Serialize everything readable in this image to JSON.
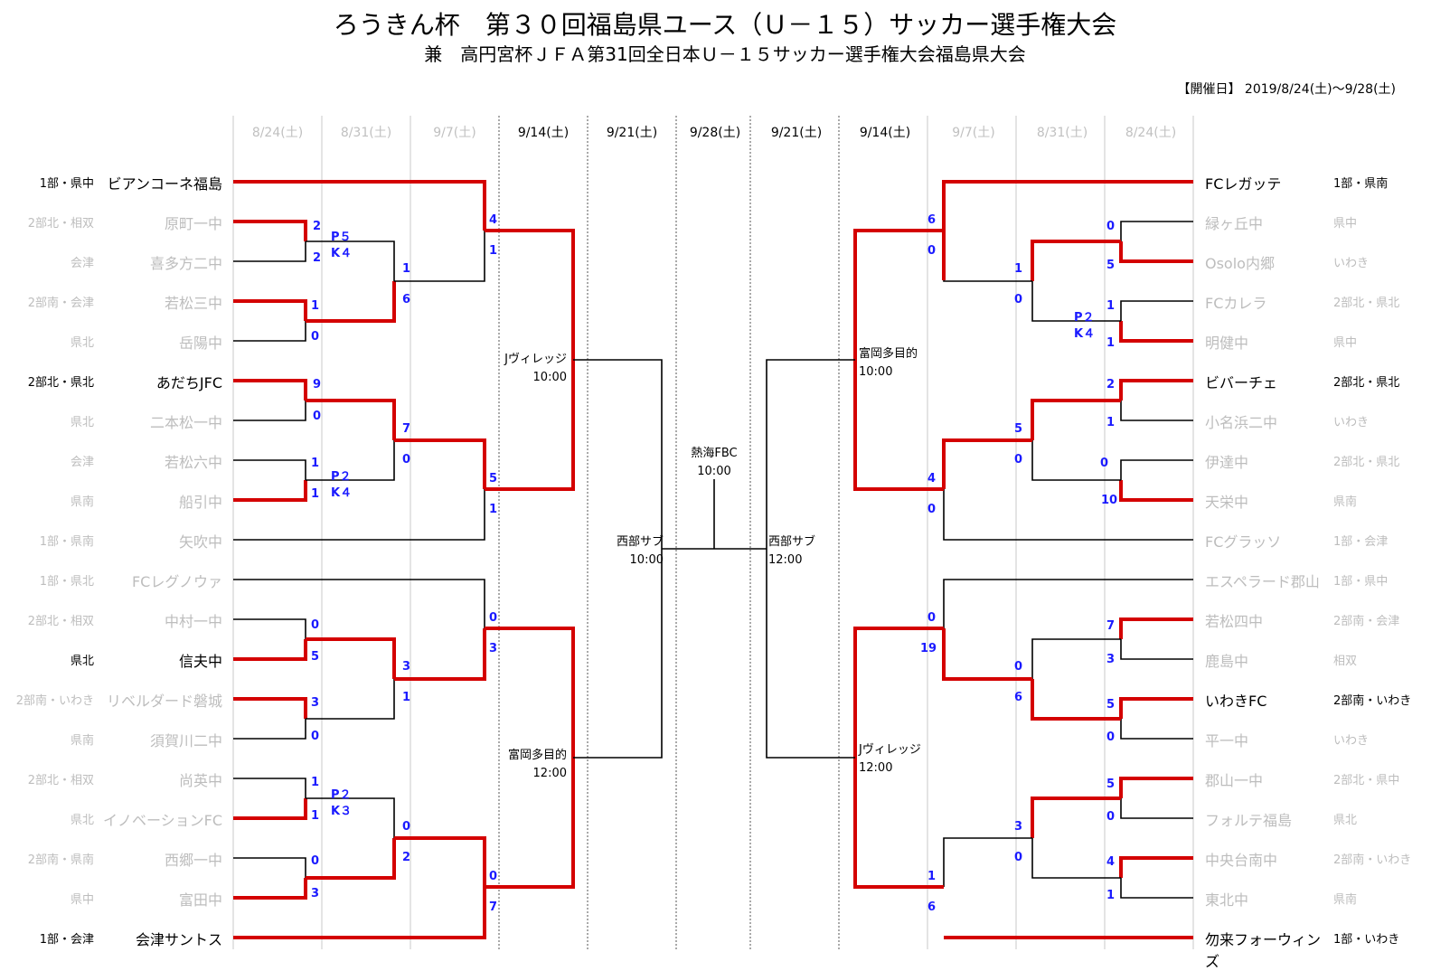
{
  "title": "ろうきん杯　第３０回福島県ユース（Ｕ－１５）サッカー選手権大会",
  "subtitle": "兼　高円宮杯ＪＦＡ第31回全日本Ｕ－１５サッカー選手権大会福島県大会",
  "dates_info": "【開催日】 2019/8/24(土)～9/28(土)",
  "round_headers": [
    "8/24(土)",
    "8/31(土)",
    "9/7(土)",
    "9/14(土)",
    "9/21(土)",
    "9/28(土)",
    "9/21(土)",
    "9/14(土)",
    "9/7(土)",
    "8/31(土)",
    "8/24(土)"
  ],
  "left_teams": [
    {
      "division": "1部・県中",
      "name": "ビアンコーネ福島"
    },
    {
      "division": "2部北・相双",
      "name": "原町一中"
    },
    {
      "division": "会津",
      "name": "喜多方二中"
    },
    {
      "division": "2部南・会津",
      "name": "若松三中"
    },
    {
      "division": "県北",
      "name": "岳陽中"
    },
    {
      "division": "2部北・県北",
      "name": "あだちJFC"
    },
    {
      "division": "県北",
      "name": "二本松一中"
    },
    {
      "division": "会津",
      "name": "若松六中"
    },
    {
      "division": "県南",
      "name": "船引中"
    },
    {
      "division": "1部・県南",
      "name": "矢吹中"
    },
    {
      "division": "1部・県北",
      "name": "FCレグノウァ"
    },
    {
      "division": "2部北・相双",
      "name": "中村一中"
    },
    {
      "division": "県北",
      "name": "信夫中"
    },
    {
      "division": "2部南・いわき",
      "name": "リベルダード磐城"
    },
    {
      "division": "県南",
      "name": "須賀川二中"
    },
    {
      "division": "2部北・相双",
      "name": "尚英中"
    },
    {
      "division": "県北",
      "name": "イノベーションFC"
    },
    {
      "division": "2部南・県南",
      "name": "西郷一中"
    },
    {
      "division": "県中",
      "name": "富田中"
    },
    {
      "division": "1部・会津",
      "name": "会津サントス"
    }
  ],
  "right_teams": [
    {
      "name": "FCレガッテ",
      "division": "1部・県南"
    },
    {
      "name": "緑ヶ丘中",
      "division": "県中"
    },
    {
      "name": "Osolo内郷",
      "division": "いわき"
    },
    {
      "name": "FCカレラ",
      "division": "2部北・県北"
    },
    {
      "name": "明健中",
      "division": "県中"
    },
    {
      "name": "ビバーチェ",
      "division": "2部北・県北"
    },
    {
      "name": "小名浜二中",
      "division": "いわき"
    },
    {
      "name": "伊達中",
      "division": "2部北・県北"
    },
    {
      "name": "天栄中",
      "division": "県南"
    },
    {
      "name": "FCグラッソ",
      "division": "1部・会津"
    },
    {
      "name": "エスペラード郡山",
      "division": "1部・県中"
    },
    {
      "name": "若松四中",
      "division": "2部南・会津"
    },
    {
      "name": "鹿島中",
      "division": "相双"
    },
    {
      "name": "いわきFC",
      "division": "2部南・いわき"
    },
    {
      "name": "平一中",
      "division": "いわき"
    },
    {
      "name": "郡山一中",
      "division": "2部北・県中"
    },
    {
      "name": "フォルテ福島",
      "division": "県北"
    },
    {
      "name": "中央台南中",
      "division": "2部南・いわき"
    },
    {
      "name": "東北中",
      "division": "県南"
    },
    {
      "name": "勿来フォーウィンズ",
      "division": "1部・いわき"
    }
  ],
  "venues": {
    "left_qf_top": {
      "place": "Jヴィレッジ",
      "time": "10:00"
    },
    "left_qf_bottom": {
      "place": "富岡多目的",
      "time": "12:00"
    },
    "left_sf": {
      "place": "西部サブ",
      "time": "10:00"
    },
    "final": {
      "place": "熱海FBC",
      "time": "10:00"
    },
    "right_sf": {
      "place": "西部サブ",
      "time": "12:00"
    },
    "right_qf_top": {
      "place": "富岡多目的",
      "time": "10:00"
    },
    "right_qf_bottom": {
      "place": "Jヴィレッジ",
      "time": "12:00"
    }
  },
  "scores": {
    "L1_a": "2",
    "L1_b": "2",
    "L1_pk": [
      "P５",
      "K４"
    ],
    "L2_a": "1",
    "L2_b": "0",
    "L3_a": "9",
    "L3_b": "0",
    "L4_a": "1",
    "L4_b": "1",
    "L4_pk": [
      "P２",
      "K４"
    ],
    "L5_a": "0",
    "L5_b": "5",
    "L6_a": "3",
    "L6_b": "0",
    "L7_a": "1",
    "L7_b": "1",
    "L7_pk": [
      "P２",
      "K３"
    ],
    "L8_a": "0",
    "L8_b": "3",
    "L2r_1a": "1",
    "L2r_1b": "6",
    "L2r_2a": "7",
    "L2r_2b": "0",
    "L2r_3a": "3",
    "L2r_3b": "1",
    "L2r_4a": "0",
    "L2r_4b": "2",
    "L3r_1a": "4",
    "L3r_1b": "1",
    "L3r_2a": "5",
    "L3r_2b": "1",
    "L3r_3a": "0",
    "L3r_3b": "3",
    "L3r_4a": "0",
    "L3r_4b": "7",
    "R1_a": "0",
    "R1_b": "5",
    "R2_a": "1",
    "R2_b": "1",
    "R2_pk": [
      "P２",
      "K４"
    ],
    "R3_a": "2",
    "R3_b": "1",
    "R4_a": "0",
    "R4_b": "10",
    "R5_a": "7",
    "R5_b": "3",
    "R6_a": "5",
    "R6_b": "0",
    "R7_a": "5",
    "R7_b": "0",
    "R8_a": "4",
    "R8_b": "1",
    "R2r_1a": "1",
    "R2r_1b": "0",
    "R2r_2a": "5",
    "R2r_2b": "0",
    "R2r_3a": "0",
    "R2r_3b": "6",
    "R2r_4a": "3",
    "R2r_4b": "0",
    "R3r_1a": "6",
    "R3r_1b": "0",
    "R3r_2a": "4",
    "R3r_2b": "0",
    "R3r_3a": "0",
    "R3r_3b": "19",
    "R3r_4a": "1",
    "R3r_4b": "6"
  },
  "colors": {
    "winner_line": "#d40000",
    "line": "#000000",
    "score": "#1a1aff",
    "dim_text": "#bdbdbd",
    "grid": "#9a9a9a"
  }
}
